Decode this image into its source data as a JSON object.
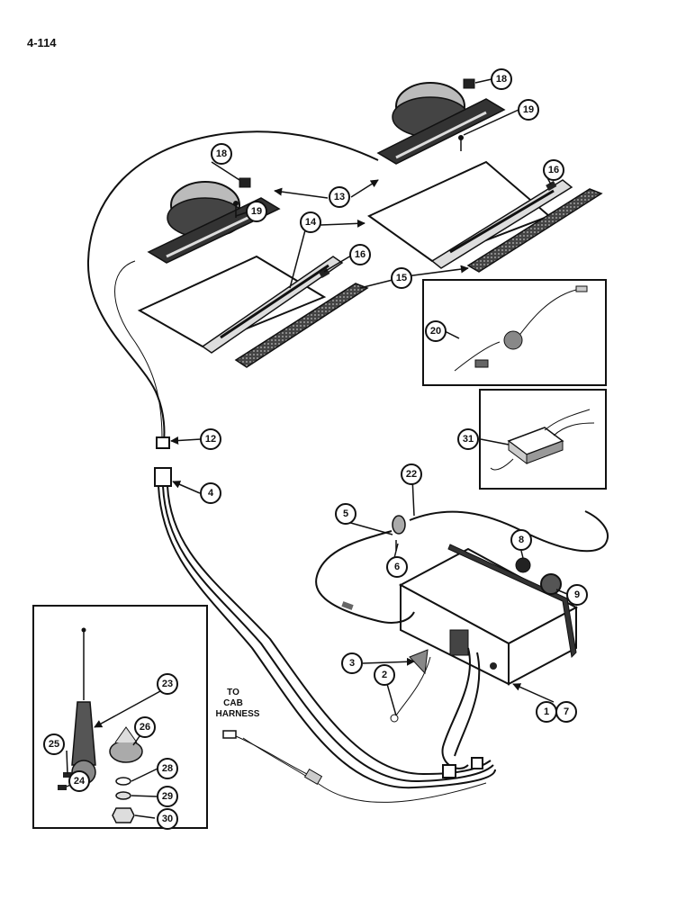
{
  "page_number": "4-114",
  "to_cab_harness": [
    "TO",
    "CAB",
    "HARNESS"
  ],
  "callouts": {
    "c18a": "18",
    "c19a": "19",
    "c18b": "18",
    "c13": "13",
    "c16a": "16",
    "c19b": "19",
    "c14": "14",
    "c16b": "16",
    "c15": "15",
    "c20": "20",
    "c31": "31",
    "c12": "12",
    "c4": "4",
    "c22": "22",
    "c5": "5",
    "c8": "8",
    "c6": "6",
    "c9": "9",
    "c3": "3",
    "c2": "2",
    "c1": "1",
    "c7": "7",
    "c23": "23",
    "c26": "26",
    "c25": "25",
    "c28": "28",
    "c24": "24",
    "c29": "29",
    "c30": "30"
  }
}
